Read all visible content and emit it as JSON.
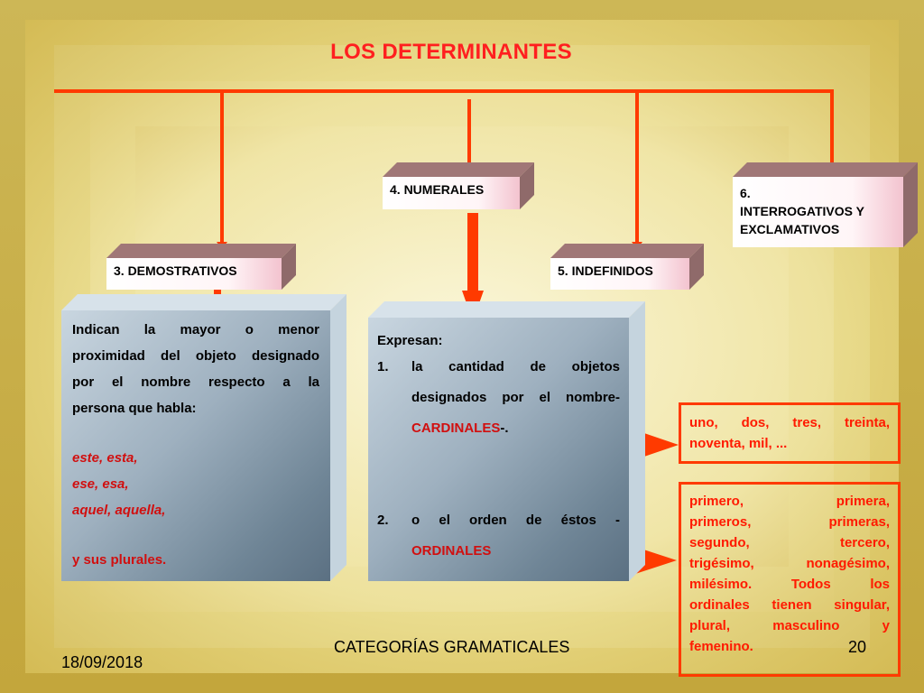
{
  "slide": {
    "title": "LOS DETERMINANTES",
    "footer_center": "CATEGORÍAS GRAMATICALES",
    "footer_date": "18/09/2018",
    "footer_page": "20"
  },
  "boxes": {
    "demostrativos": "3. DEMOSTRATIVOS",
    "numerales": "4. NUMERALES",
    "indefinidos": "5. INDEFINIDOS",
    "interrogativos_1": "6.",
    "interrogativos_2": "INTERROGATIVOS Y",
    "interrogativos_3": "EXCLAMATIVOS"
  },
  "demostrativos_panel": {
    "line1": "Indican la mayor o menor",
    "line2": "proximidad del objeto designado",
    "line3": "por el nombre respecto a la",
    "line4": "persona que habla:",
    "ex1": "este, esta,",
    "ex2": "ese, esa,",
    "ex3": "aquel, aquella,",
    "plural": "y sus plurales."
  },
  "numerales_panel": {
    "intro": "Expresan:",
    "item1_num": "1.",
    "item1_line1": "la cantidad de objetos",
    "item1_line2": "designados por el nombre-",
    "item1_tag": "CARDINALES",
    "item1_tail": "-.",
    "item2_num": "2.",
    "item2_line1": "o el orden de éstos -",
    "item2_tag": "ORDINALES"
  },
  "cardinales_examples": {
    "line1": "uno, dos, tres, treinta,",
    "line2": "noventa, mil, ..."
  },
  "ordinales_examples": {
    "line1": "primero, primera,",
    "line2": "primeros, primeras,",
    "line3": "segundo, tercero,",
    "line4": "trigésimo, nonagésimo,",
    "line5": "milésimo. Todos los",
    "line6": "ordinales tienen singular,",
    "line7": "plural, masculino y",
    "line8": "femenino."
  },
  "colors": {
    "accent_red": "#ff3a00",
    "title_red": "#ff1f1f"
  }
}
